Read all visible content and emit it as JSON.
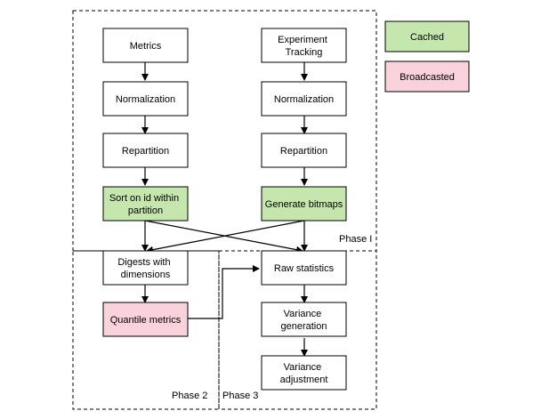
{
  "colors": {
    "plain": "#ffffff",
    "cached": "#c5e7ad",
    "broadcasted": "#f9d2dc",
    "stroke": "#000000"
  },
  "legend": {
    "cached": "Cached",
    "broadcasted": "Broadcasted"
  },
  "phases": {
    "phase1": "Phase I",
    "phase2": "Phase 2",
    "phase3": "Phase 3"
  },
  "nodes": {
    "metrics": "Metrics",
    "experiment_tracking": [
      "Experiment",
      "Tracking"
    ],
    "normalization_left": "Normalization",
    "normalization_right": "Normalization",
    "repartition_left": "Repartition",
    "repartition_right": "Repartition",
    "sort_on_id": [
      "Sort on id within",
      "partition"
    ],
    "generate_bitmaps": "Generate bitmaps",
    "digests": [
      "Digests with",
      "dimensions"
    ],
    "quantile_metrics": "Quantile metrics",
    "raw_statistics": "Raw statistics",
    "variance_generation": [
      "Variance",
      "generation"
    ],
    "variance_adjustment": [
      "Variance",
      "adjustment"
    ]
  },
  "node_types": {
    "sort_on_id": "cached",
    "generate_bitmaps": "cached",
    "quantile_metrics": "broadcasted"
  }
}
